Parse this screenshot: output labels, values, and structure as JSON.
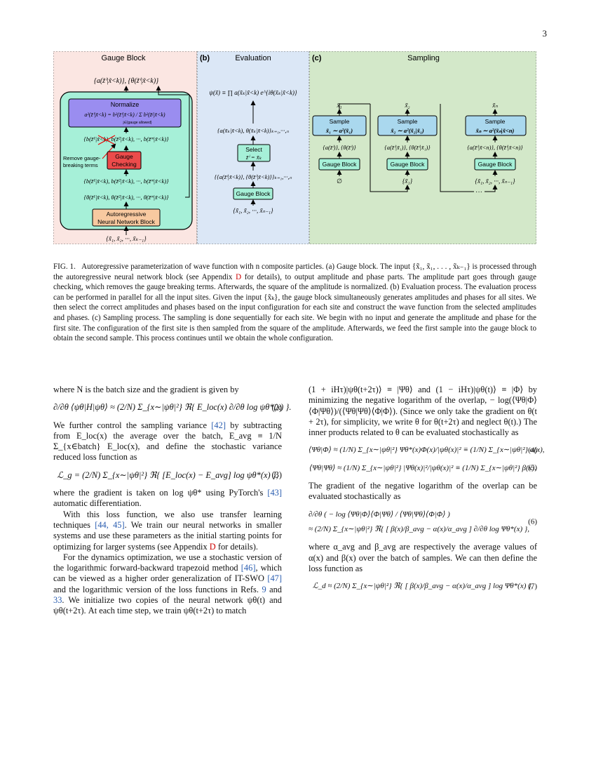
{
  "page_number": "3",
  "figure": {
    "panel_a": {
      "title": "Gauge Block",
      "top_output": "{a(z̃ⁱ|x̃<k)}, {θ(z̃ⁱ|x̃<k)}",
      "normalize_label": "Normalize",
      "normalize_formula": "a²(z̃ⁱ|x̃<k) = b²(z̃ⁱ|x̃<k) / Σ b²(z̃ʲ|x̃<k)",
      "normalize_sub": "j∈{gauge allowed}",
      "row_b_checked": "{b(z̃¹|x̃<k), b(z̃²|x̃<k), ···, b(z̃ᵐ|x̃<k)}",
      "remove_label": "Remove gauge-breaking terms",
      "gauge_checking_label": "Gauge Checking",
      "row_b": "{b(z̃¹|x̃<k), b(z̃²|x̃<k), ···, b(z̃ᵐ|x̃<k)}",
      "row_theta": "{θ(z̃¹|x̃<k), θ(z̃²|x̃<k), ···, θ(z̃ᵐ|x̃<k)}",
      "ar_block_label": "Autoregressive Neural Network Block",
      "input": "{x̃₁, x̃₂, ···, x̃ₖ₋₁}"
    },
    "panel_b": {
      "tag": "(b)",
      "title": "Evaluation",
      "psi_formula": "ψ(x̃) ≡ ∏ a(x̃ₖ|x̃<k) e^{iθ(x̃ₖ|x̃<k)}",
      "prod_limits": "n / k=1",
      "selected": "{a(x̃ₖ|x̃<k), θ(x̃ₖ|x̃<k)}ₖ₌₁,···,ₙ",
      "select_label": "Select",
      "select_cond": "z̃ⁱ = x̃ₖ",
      "all_out": "{{a(z̃ⁱ|x̃<k)}, {θ(z̃ⁱ|x̃<k)}}ₖ₌₁,···,ₙ",
      "gauge_block_label": "Gauge Block",
      "input": "{x̃₁, x̃₂, ···, x̃ₙ₋₁}"
    },
    "panel_c": {
      "tag": "(c)",
      "title": "Sampling",
      "sample_label": "Sample",
      "gauge_block_label": "Gauge Block",
      "columns": [
        {
          "out": "x̃₁",
          "formula": "x̃₁ ∼ a²(x̃₁)",
          "amp": "{a(z̃ⁱ)}, {θ(z̃ⁱ)}",
          "input": "∅"
        },
        {
          "out": "x̃₂",
          "formula": "x̃₂ ∼ a²(x̃₂|x̃₁)",
          "amp": "{a(z̃ⁱ|x̃₁)}, {θ(z̃ⁱ|x̃₁)}",
          "input": "{x̃₁}"
        },
        {
          "out": "x̃ₙ",
          "formula": "x̃ₙ ∼ a²(x̃ₙ|x̃<n)",
          "amp": "{a(z̃ⁱ|x̃<n)}, {θ(z̃ⁱ|x̃<n)}",
          "input": "{x̃₁, x̃₂, ···, x̃ₙ₋₁}"
        }
      ],
      "dots": "···"
    },
    "colors": {
      "panel_a_bg": "#fbe6e2",
      "panel_b_bg": "#dbe7f6",
      "panel_c_bg": "#d3e8c9",
      "teal": "#a6f0d8",
      "purple": "#9a8df0",
      "red": "#ec4b4b",
      "orange": "#f8c9a0",
      "blue": "#aad8ee"
    }
  },
  "caption": {
    "label": "FIG. 1.",
    "text_1": "Autoregressive parameterization of wave function with n composite particles. (a) Gauge block. The input {x̃₁, x̃₁, . . . , x̃ₖ₋₁} is processed through the autoregressive neural network block (see Appendix",
    "appendix_ref": "D",
    "text_2": "for details), to output amplitude and phase parts. The amplitude part goes through gauge checking, which removes the gauge breaking terms. Afterwards, the square of the amplitude is normalized. (b) Evaluation process. The evaluation process can be performed in parallel for all the input sites. Given the input {x̃ₖ}, the gauge block simultaneously generates amplitudes and phases for all sites. We then select the correct amplitudes and phases based on the input configuration for each site and construct the wave function from the selected amplitudes and phases. (c) Sampling process. The sampling is done sequentially for each site. We begin with no input and generate the amplitude and phase for the first site. The configuration of the first site is then sampled from the square of the amplitude. Afterwards, we feed the first sample into the gauge block to obtain the second sample. This process continues until we obtain the whole configuration."
  },
  "left_column": {
    "p1": "where N is the batch size and the gradient is given by",
    "eq2": "∂/∂θ ⟨ψθ|H|ψθ⟩ ≈ (2/N) Σ_{x∼|ψθ|²} ℜ{ E_loc(x) ∂/∂θ log ψθ*(x) }.",
    "eq2_num": "(2)",
    "p2_a": "We further control the sampling variance",
    "p2_cite": "[42]",
    "p2_b": "by subtracting from E_loc(x) the average over the batch, E_avg ≡ 1/N Σ_{x∈batch} E_loc(x), and define the stochastic variance reduced loss function as",
    "eq3": "ℒ_g = (2/N) Σ_{x∼|ψθ|²} ℜ{ [E_loc(x) − E_avg] log ψθ*(x) },",
    "eq3_num": "(3)",
    "p3_a": "where the gradient is taken on log ψθ* using PyTorch's",
    "p3_cite": "[43]",
    "p3_b": "automatic differentiation.",
    "p4_a": "With this loss function, we also use transfer learning techniques",
    "p4_cite": "[44, 45]",
    "p4_b": ". We train our neural networks in smaller systems and use these parameters as the initial starting points for optimizing for larger systems (see Appendix",
    "p4_ref": "D",
    "p4_c": "for details).",
    "p5_a": "For the dynamics optimization, we use a stochastic version of the logarithmic forward-backward trapezoid method",
    "p5_cite1": "[46]",
    "p5_b": ", which can be viewed as a higher order generalization of IT-SWO",
    "p5_cite2": "[47]",
    "p5_c": "and the logarithmic version of the loss functions in Refs.",
    "p5_cite3": "9",
    "p5_d": "and",
    "p5_cite4": "33",
    "p5_e": ". We initialize two copies of the neural network ψθ(t) and ψθ(t+2τ). At each time step, we train ψθ(t+2τ) to match"
  },
  "right_column": {
    "p1": "(1 + iHτ)|ψθ(t+2τ)⟩ ≡ |Ψθ⟩ and (1 − iHτ)|ψθ(t)⟩ ≡ |Φ⟩ by minimizing the negative logarithm of the overlap, − log(⟨Ψθ|Φ⟩⟨Φ|Ψθ⟩)/(⟨Ψθ|Ψθ⟩⟨Φ|Φ⟩). (Since we only take the gradient on θ(t + 2τ), for simplicity, we write θ for θ(t+2τ) and neglect θ(t).) The inner products related to θ can be evaluated stochastically as",
    "eq4": "⟨Ψθ|Φ⟩ ≈ (1/N) Σ_{x∼|ψθ|²} Ψθ*(x)Φ(x)/|ψθ(x)|² ≡ (1/N) Σ_{x∼|ψθ|²} α(x),",
    "eq4_num": "(4)",
    "eq5": "⟨Ψθ|Ψθ⟩ ≈ (1/N) Σ_{x∼|ψθ|²} |Ψθ(x)|²/|ψθ(x)|² ≡ (1/N) Σ_{x∼|ψθ|²} β(x).",
    "eq5_num": "(5)",
    "p2": "The gradient of the negative logarithm of the overlap can be evaluated stochastically as",
    "eq6_line1": "∂/∂θ ( − log ⟨Ψθ|Φ⟩⟨Φ|Ψθ⟩ / ⟨Ψθ|Ψθ⟩⟨Φ|Φ⟩ )",
    "eq6_line2": "≈ (2/N) Σ_{x∼|ψθ|²} ℜ{ [ β(x)/β_avg − α(x)/α_avg ] ∂/∂θ log Ψθ*(x) },",
    "eq6_num": "(6)",
    "p3": "where α_avg and β_avg are respectively the average values of α(x) and β(x) over the batch of samples. We can then define the loss function as",
    "eq7": "ℒ_d ≈ (2/N) Σ_{x∼|ψθ|²} ℜ{ [ β(x)/β_avg − α(x)/α_avg ] log Ψθ*(x) },",
    "eq7_num": "(7)"
  }
}
